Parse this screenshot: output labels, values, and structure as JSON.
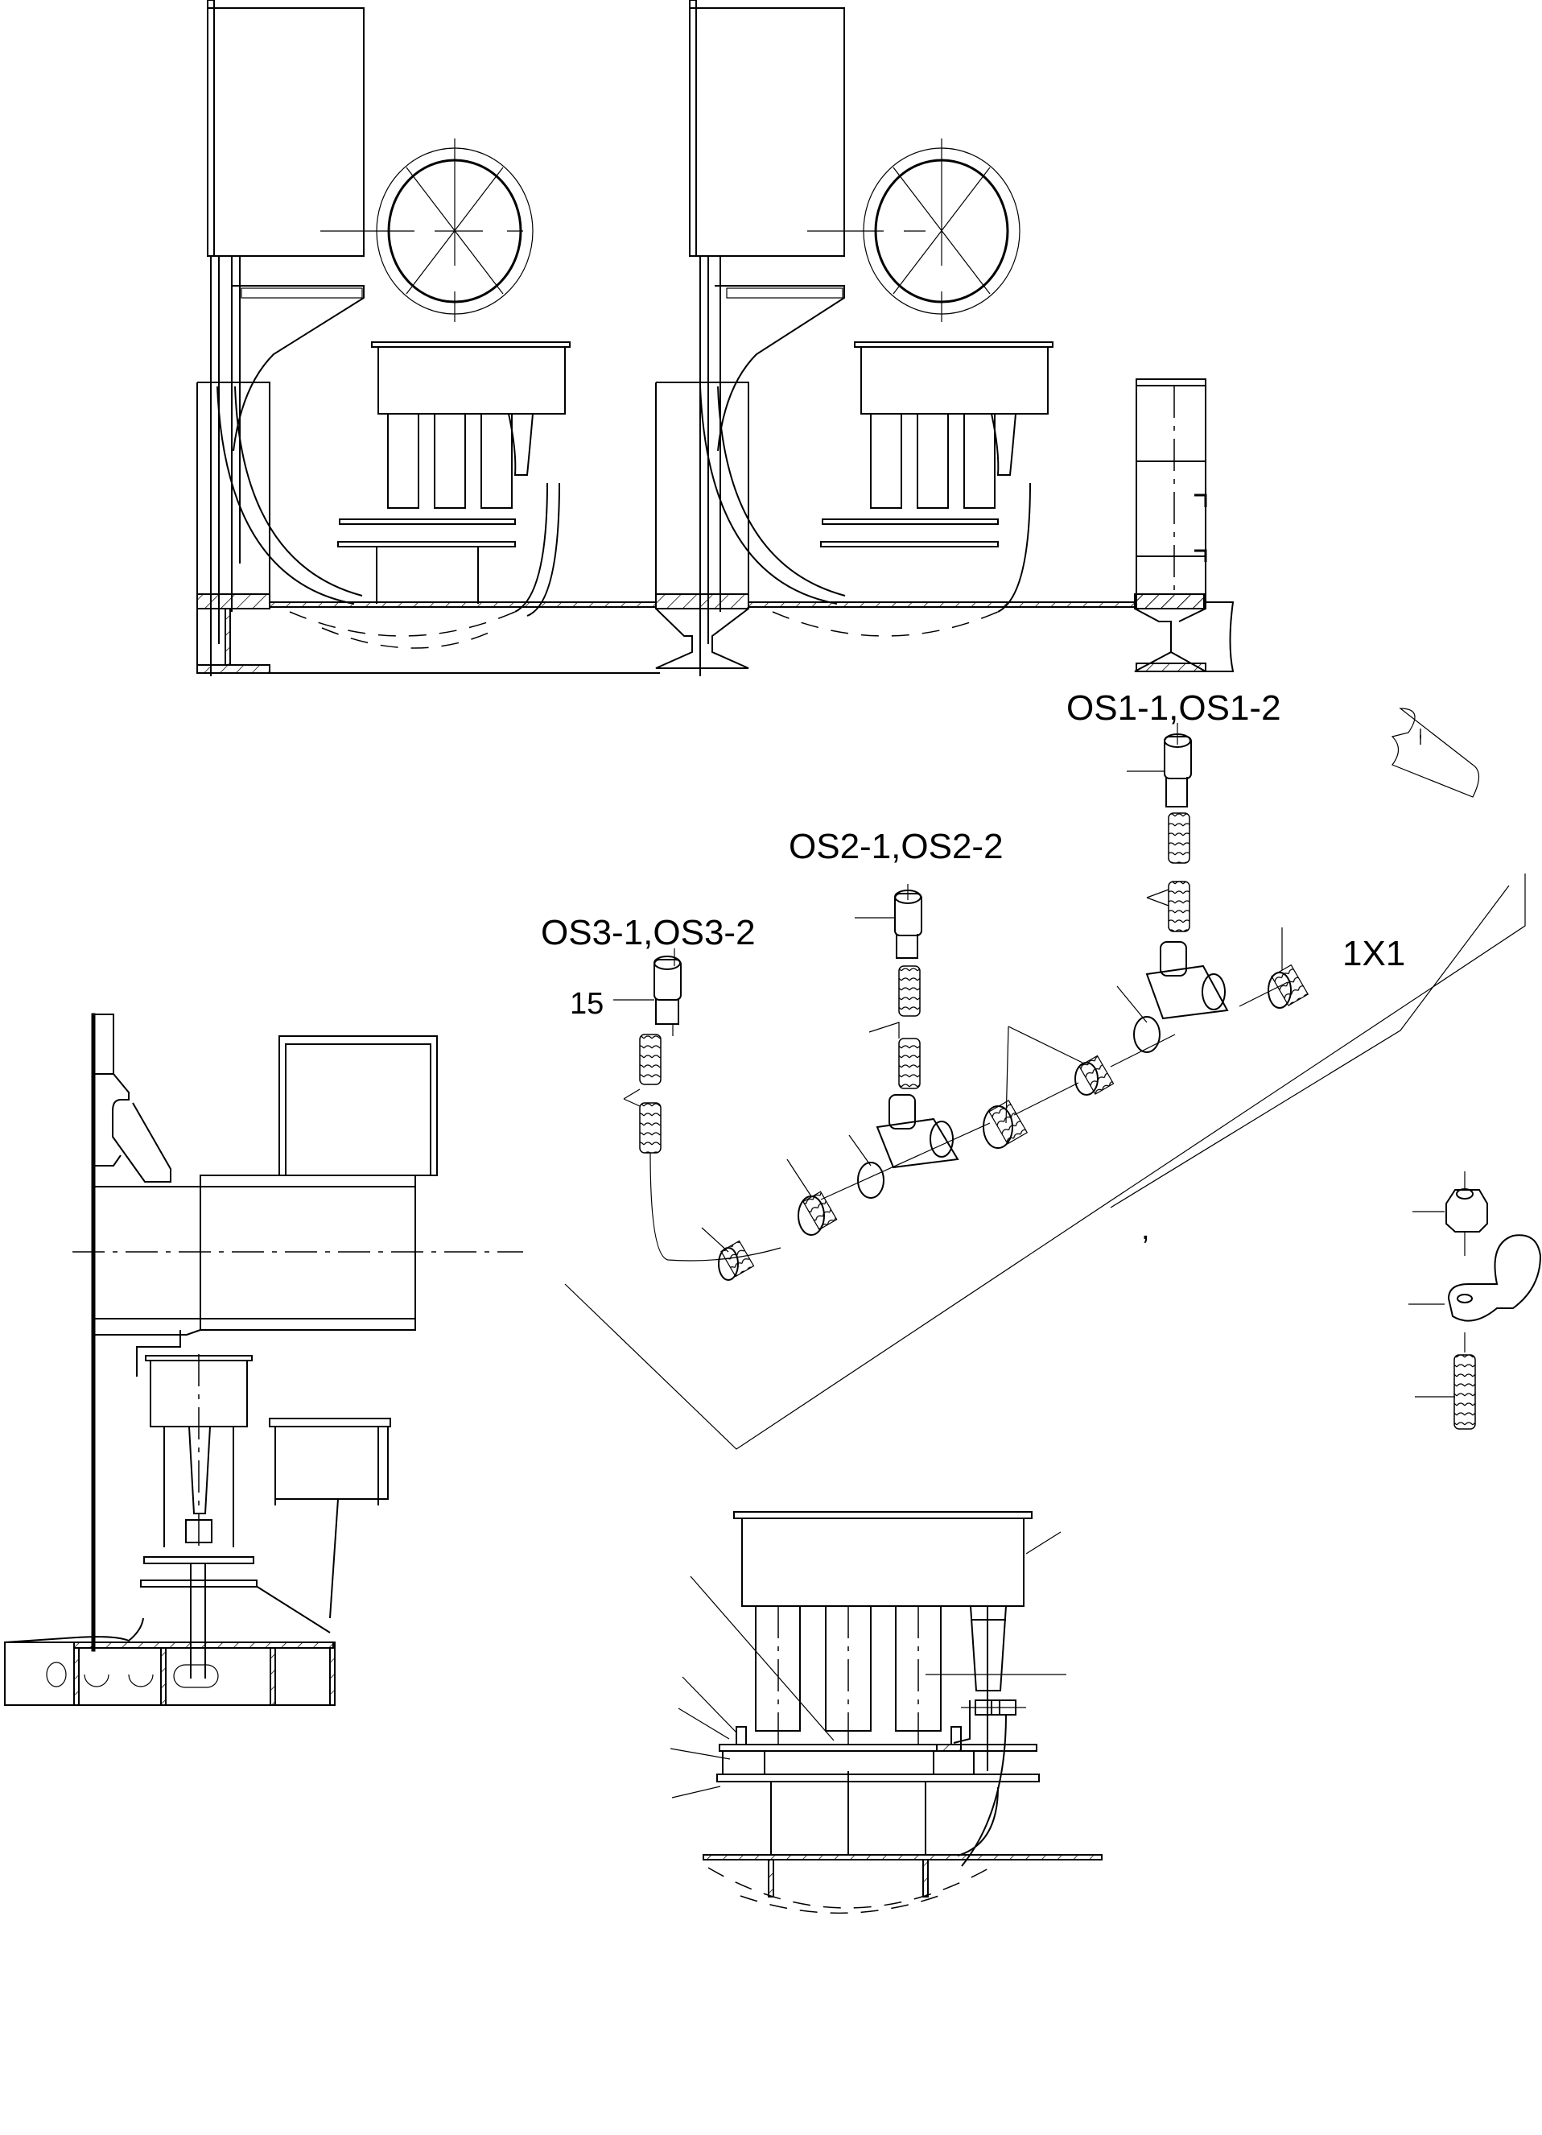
{
  "drawing": {
    "type": "engineering assembly drawing",
    "colors": {
      "line": "#000000",
      "background": "#ffffff"
    },
    "views": [
      {
        "id": "top-front-view",
        "description": "two filter units mounted on frame with pipe bends and round inspection port"
      },
      {
        "id": "left-side-view",
        "description": "side elevation with box beam, filter unit and hatched base frame"
      },
      {
        "id": "exploded-fittings-view",
        "description": "isometric exploded view of sensor fittings, tees and nipples"
      },
      {
        "id": "clamp-detail",
        "description": "exploded P-clamp with nut and stud"
      },
      {
        "id": "enlarged-filter-detail",
        "description": "enlarged view of filter assembly with mounting plates and bolts"
      }
    ]
  },
  "labels": {
    "os1": "OS1-1,OS1-2",
    "os2": "OS2-1,OS2-2",
    "os3": "OS3-1,OS3-2",
    "item_15": "15",
    "connector_1x1": "1X1",
    "stray_mark": ","
  }
}
